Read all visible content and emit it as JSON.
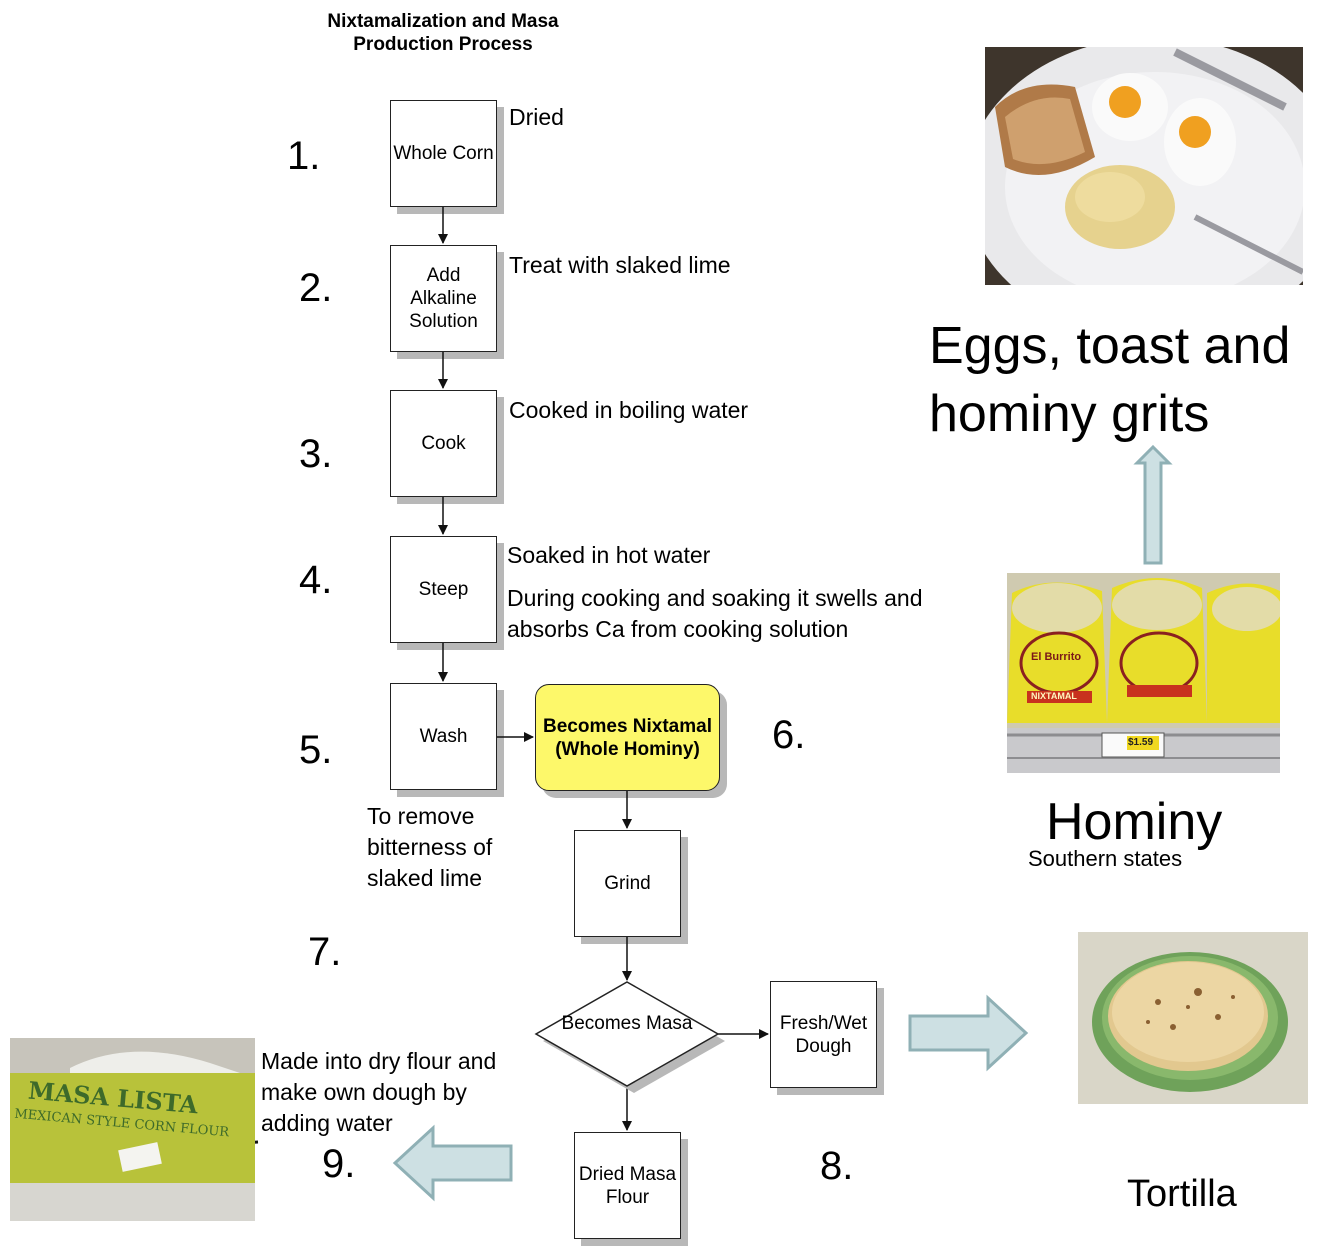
{
  "title": "Nixtamalization and Masa Production Process",
  "steps": {
    "whole_corn": "Whole Corn",
    "add_alkaline": "Add Alkaline Solution",
    "cook": "Cook",
    "steep": "Steep",
    "wash": "Wash",
    "nixtamal": "Becomes Nixtamal (Whole Hominy)",
    "grind": "Grind",
    "becomes_masa": "Becomes Masa",
    "fresh_dough": "Fresh/Wet Dough",
    "dried_flour": "Dried Masa Flour"
  },
  "numbers": [
    "1.",
    "2.",
    "3.",
    "4.",
    "5.",
    "6.",
    "7.",
    "8.",
    "9."
  ],
  "notes": {
    "dried": "Dried",
    "slaked_lime": "Treat with slaked lime",
    "boiling": "Cooked in boiling water",
    "soaked": "Soaked in hot water",
    "swells_line1": "During cooking and soaking it swells and",
    "swells_line2": "absorbs Ca from cooking solution",
    "remove_line1": "To remove",
    "remove_line2": "bitterness of",
    "remove_line3": "slaked lime",
    "dry_line1": "Made into dry flour and",
    "dry_line2": "make own dough by",
    "dry_line3": "adding water"
  },
  "labels": {
    "eggs_line1": "Eggs, toast and",
    "eggs_line2": "hominy grits",
    "hominy": "Hominy",
    "southern": "Southern states",
    "tortilla": "Tortilla"
  },
  "photos": {
    "hominy_bag_brand": "El Burrito",
    "hominy_bag_text": "NIXTAMAL",
    "hominy_price": "$1.59",
    "masa_brand": "MASA LISTA",
    "masa_subtitle": "MEXICAN STYLE CORN FLOUR"
  },
  "colors": {
    "highlight": "#fdf86a",
    "big_arrow_fill": "#cde0e3",
    "big_arrow_stroke": "#8fb0b5",
    "bag_yellow": "#e8dd2a",
    "masa_green": "#b8c23a"
  }
}
